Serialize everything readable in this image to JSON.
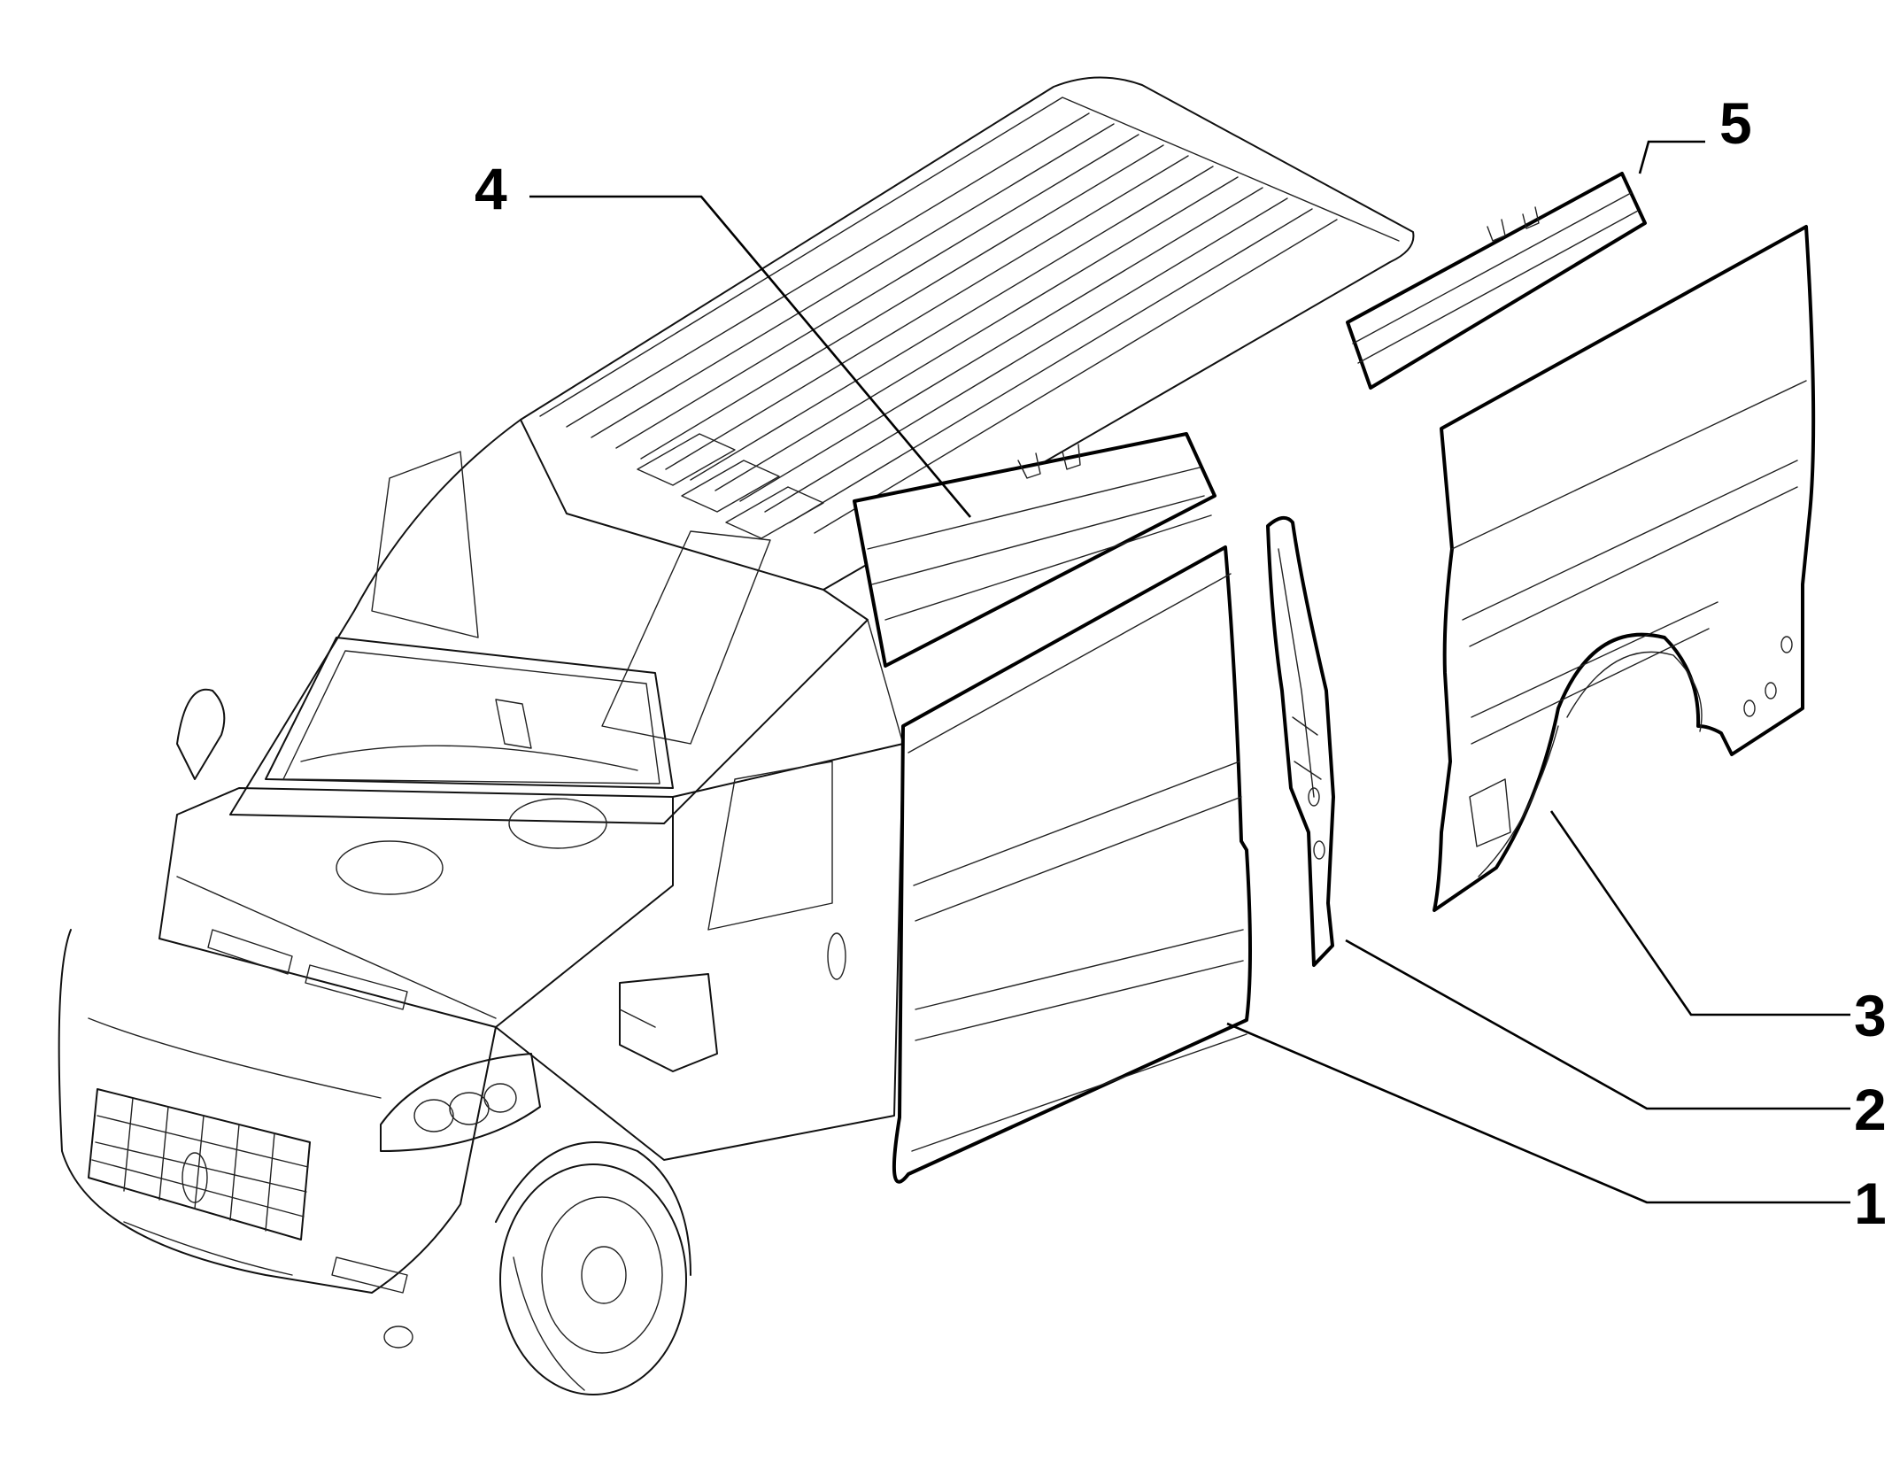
{
  "callouts": [
    {
      "id": "1",
      "text": "1"
    },
    {
      "id": "2",
      "text": "2"
    },
    {
      "id": "3",
      "text": "3"
    },
    {
      "id": "4",
      "text": "4"
    },
    {
      "id": "5",
      "text": "5"
    }
  ],
  "style": {
    "line_color": "#000000",
    "background": "#ffffff"
  }
}
